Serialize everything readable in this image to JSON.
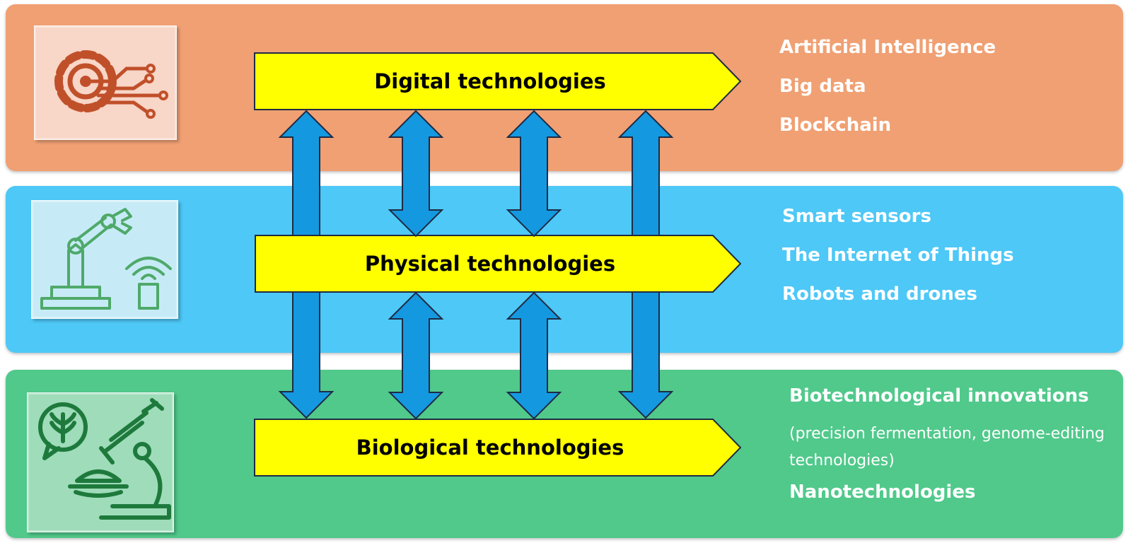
{
  "colors": {
    "digital_band": "#F0A073",
    "physical_band": "#4DC8F7",
    "biological_band": "#50C98B",
    "arrow_fill": "#FFFF00",
    "double_arrow_fill": "#1499E0",
    "outline": "#1F2A44"
  },
  "layers": [
    {
      "label": "Digital technologies",
      "icon": "gear-circuit-icon",
      "items": [
        "Artificial Intelligence",
        "Big data",
        "Blockchain"
      ]
    },
    {
      "label": "Physical technologies",
      "icon": "robot-arm-sensor-icon",
      "items": [
        "Smart sensors",
        "The Internet of Things",
        "Robots and drones"
      ]
    },
    {
      "label": "Biological technologies",
      "icon": "microscope-grain-icon",
      "items": [
        "Biotechnological innovations",
        "(precision fermentation, genome-editing technologies)",
        "Nanotechnologies"
      ]
    }
  ]
}
